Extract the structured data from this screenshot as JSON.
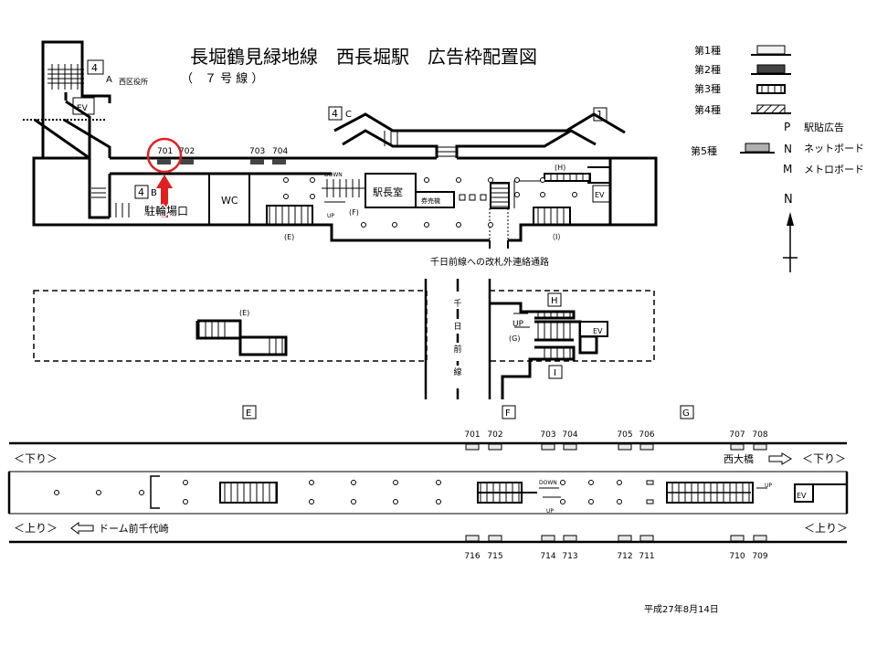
{
  "title": "長堀鶴見緑地線　西長堀駅　広告枠配置図",
  "subtitle": "（　７ 号 線 ）",
  "legend": {
    "types": [
      "第1種",
      "第2種",
      "第3種",
      "第4種",
      "第5種"
    ],
    "codes": [
      {
        "code": "P",
        "label": "駅貼広告"
      },
      {
        "code": "N",
        "label": "ネットボード"
      },
      {
        "code": "M",
        "label": "メトロボード"
      }
    ],
    "colors": {
      "type1": "#f2f2f2",
      "type2": "#444444",
      "type5": "#b0b0b0",
      "highlight": "#e02020"
    }
  },
  "compass": "N",
  "concourse": {
    "exits": {
      "a_num": "4",
      "a_label": "A",
      "a_place": "西区役所",
      "c_num": "4",
      "c_label": "C",
      "one": "1",
      "b_num": "4",
      "b_label": "B"
    },
    "rooms": {
      "parking": "駐輪場口",
      "wc": "WC",
      "office": "駅長室",
      "tickets": "券売機",
      "ev": "EV"
    },
    "labels": {
      "down": "DOWN",
      "up": "UP",
      "e": "(E)",
      "f": "(F)",
      "h": "(H)",
      "i": "（I）",
      "passage": "千日前線への改札外連絡通路"
    },
    "ads": [
      "701",
      "702",
      "703",
      "704"
    ],
    "highlighted_ad": "701"
  },
  "middle": {
    "e": "(E)",
    "g": "(G)",
    "up": "UP",
    "ev": "EV",
    "h": "H",
    "i": "I",
    "line_chars": [
      "千",
      "日",
      "前",
      "線"
    ],
    "boxes": [
      "E",
      "F",
      "G"
    ]
  },
  "platform": {
    "down_label": "＜下り＞",
    "up_label": "＜上り＞",
    "toward_down": "西大橋",
    "toward_up": "ドーム前千代崎",
    "down": "DOWN",
    "up": "UP",
    "ev": "EV",
    "top_ads": [
      "701",
      "702",
      "703",
      "704",
      "705",
      "706",
      "707",
      "708"
    ],
    "bottom_ads": [
      "716",
      "715",
      "714",
      "713",
      "712",
      "711",
      "710",
      "709"
    ]
  },
  "date": "平成27年8月14日"
}
